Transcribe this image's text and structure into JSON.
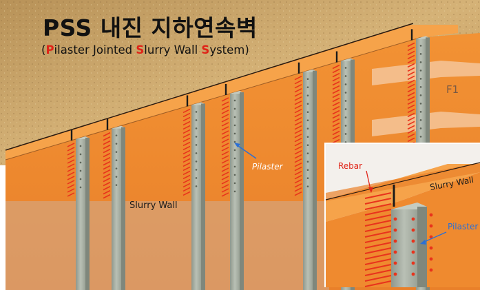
{
  "title": "PSS 내진 지하연속벽",
  "subtitle": {
    "open": "(",
    "parts": [
      {
        "text": "P",
        "hl": true
      },
      {
        "text": "ilaster Jointed ",
        "hl": false
      },
      {
        "text": "S",
        "hl": true
      },
      {
        "text": "lurry Wall ",
        "hl": false
      },
      {
        "text": "S",
        "hl": true
      },
      {
        "text": "ystem",
        "hl": false
      }
    ],
    "close": ")"
  },
  "labels": {
    "slurry_wall": "Slurry Wall",
    "pilaster": "Pilaster",
    "floor": "F1"
  },
  "inset": {
    "rebar": "Rebar",
    "slurry_wall": "Slurry Wall",
    "pilaster": "Pilaster"
  },
  "colors": {
    "wall": "#f08a2e",
    "wall_top": "#f7a64a",
    "soil": "#c9a062",
    "rebar": "#e8331c",
    "pilaster": "#a9b1a6",
    "accent": "#e02418",
    "arrow": "#2a6fd6"
  }
}
